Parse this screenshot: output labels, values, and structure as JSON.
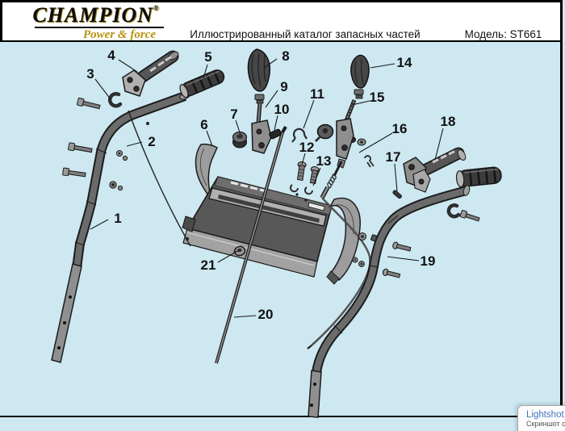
{
  "header": {
    "brand": "CHAMPION",
    "registered_mark": "®",
    "tagline": "Power & force",
    "title": "Иллюстрированный каталог запасных частей",
    "model": "Модель: ST661"
  },
  "diagram": {
    "labels": [
      "1",
      "2",
      "3",
      "4",
      "5",
      "6",
      "7",
      "8",
      "9",
      "10",
      "11",
      "12",
      "13",
      "14",
      "15",
      "16",
      "17",
      "18",
      "19",
      "20",
      "21"
    ]
  },
  "lightshot": {
    "app_name": "Lightshot",
    "message": "Скриншот сохра"
  },
  "colors": {
    "background": "#cde8f1",
    "brand_gold": "#b5930f",
    "lightshot_blue": "#4477c4"
  }
}
